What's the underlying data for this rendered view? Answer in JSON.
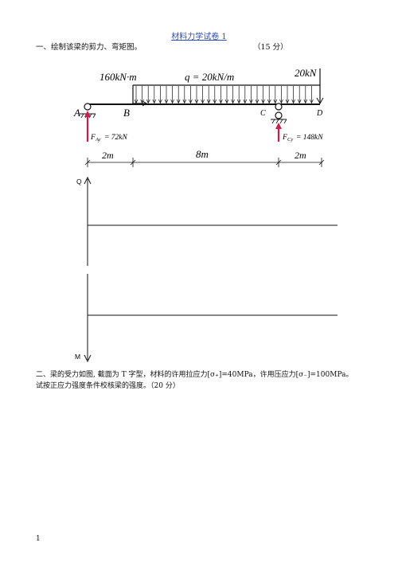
{
  "header": {
    "title": "材料力学试卷 1"
  },
  "question1": {
    "text": "一、绘制该梁的剪力、弯矩图。",
    "score": "（15 分）"
  },
  "beam": {
    "moment_load": "160kN·m",
    "distributed_load": "q = 20kN/m",
    "point_load": "20kN",
    "points": [
      "A",
      "B",
      "C",
      "D"
    ],
    "reaction_A": "F",
    "reaction_A_sub": "Ay",
    "reaction_A_value": "= 72kN",
    "reaction_C": "F",
    "reaction_C_sub": "Cy",
    "reaction_C_value": "= 148kN",
    "span_AB": "2m",
    "span_BC": "8m",
    "span_CD": "2m"
  },
  "axes": {
    "shear_label": "Q",
    "moment_label": "M"
  },
  "question2": {
    "line1": "二、梁的受力如图, 截面为 T 字型，材料的许用拉应力[σ₊]=40MPa，许用压应力[σ₋]=100MPa。",
    "line2": "试按正应力强度条件校核梁的强度。（20 分）"
  },
  "footer": {
    "page_number": "1"
  },
  "colors": {
    "title": "#2f4fb5",
    "reaction": "#d01a4a"
  }
}
